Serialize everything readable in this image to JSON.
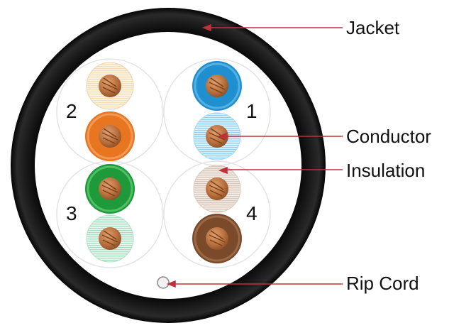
{
  "callouts": {
    "jacket": "Jacket",
    "conductor": "Conductor",
    "insulation": "Insulation",
    "rip_cord": "Rip Cord"
  },
  "pairs": [
    {
      "number": "1",
      "solid_color": "#1f8fd0",
      "stripe_color": "#8fd0ee"
    },
    {
      "number": "2",
      "solid_color": "#e8751f",
      "stripe_color": "#f2dfb8"
    },
    {
      "number": "3",
      "solid_color": "#1f9a3a",
      "stripe_color": "#a9ddc0"
    },
    {
      "number": "4",
      "solid_color": "#7a4a2a",
      "stripe_color": "#d8c6b8"
    }
  ],
  "colors": {
    "jacket": "#0f0f0f",
    "copper": "#b9713e",
    "leader_line": "#c0303a"
  }
}
